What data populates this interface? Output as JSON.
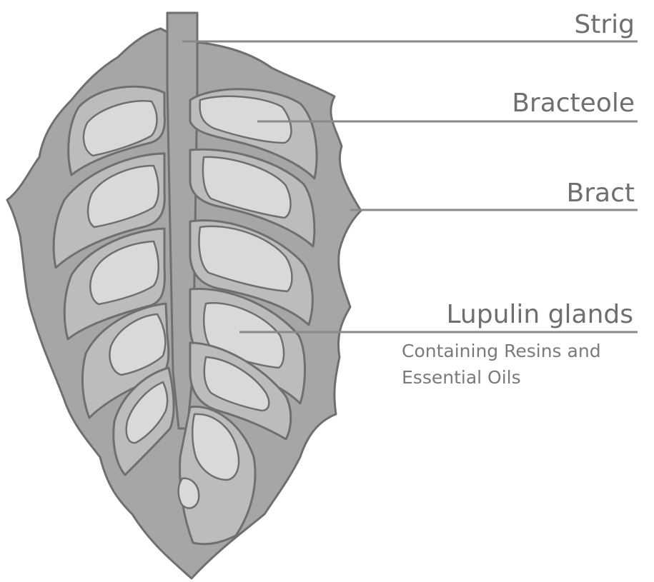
{
  "labels": {
    "strig": "Strig",
    "bracteole": "Bracteole",
    "bract": "Bract",
    "lupulin": "Lupulin glands",
    "lupulin_note_line1": "Containing Resins and",
    "lupulin_note_line2": "Essential Oils"
  },
  "colors": {
    "cone": "#a6a6a6",
    "bract": "#bcbcbc",
    "gland": "#d9d9d9",
    "outline": "#6f6f6f",
    "text": "#6f6f6f"
  }
}
